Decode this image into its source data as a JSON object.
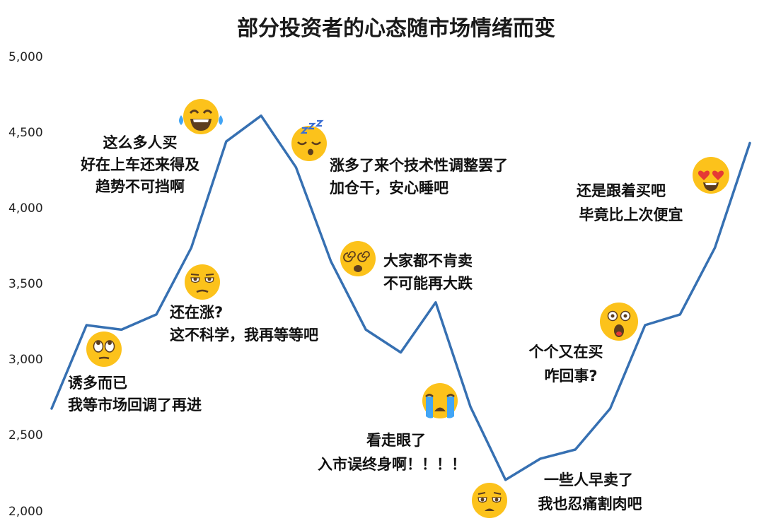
{
  "chart_data": {
    "type": "line",
    "title": "部分投资者的心态随市场情绪而变",
    "xlabel": "",
    "ylabel": "",
    "ylim": [
      2000,
      5000
    ],
    "yticks": [
      "5,000",
      "4,500",
      "4,000",
      "3,500",
      "3,000",
      "2,500",
      "2,000"
    ],
    "ytick_values": [
      5000,
      4500,
      4000,
      3500,
      3000,
      2500,
      2000
    ],
    "grid": false,
    "legend": "none",
    "x": [
      0,
      1,
      2,
      3,
      4,
      5,
      6,
      7,
      8,
      9,
      10,
      11,
      12,
      13,
      14,
      15,
      16,
      17,
      18,
      19,
      20
    ],
    "series": [
      {
        "values": [
          2680,
          3230,
          3200,
          3300,
          3740,
          4440,
          4610,
          4270,
          3650,
          3200,
          3050,
          3380,
          2690,
          2210,
          2350,
          2410,
          2680,
          3230,
          3300,
          3740,
          4430
        ]
      }
    ],
    "annotations": [
      {
        "lines": [
          "诱多而已",
          "我等市场回调了再进"
        ],
        "icon": "eye-roll-face-icon"
      },
      {
        "lines": [
          "这么多人买",
          "好在上车还来得及",
          "趋势不可挡啊"
        ],
        "icon": "laughing-tears-face-icon"
      },
      {
        "lines": [
          "还在涨?",
          "这不科学，我再等等吧"
        ],
        "icon": "unamused-face-icon"
      },
      {
        "lines": [
          "涨多了来个技术性调整罢了",
          "加仓干，安心睡吧"
        ],
        "icon": "sleeping-face-icon"
      },
      {
        "lines": [
          "大家都不肯卖",
          "不可能再大跌"
        ],
        "icon": "dizzy-face-icon"
      },
      {
        "lines": [
          "看走眼了",
          "入市误终身啊！！！！"
        ],
        "icon": "crying-face-icon"
      },
      {
        "lines": [
          "一些人早卖了",
          "我也忍痛割肉吧"
        ],
        "icon": "sad-face-icon"
      },
      {
        "lines": [
          "个个又在买",
          "咋回事?"
        ],
        "icon": "astonished-face-icon"
      },
      {
        "lines": [
          "还是跟着买吧",
          "毕竟比上次便宜"
        ],
        "icon": "heart-eyes-face-icon"
      }
    ],
    "colors": {
      "line": "#3670b2",
      "emoji_face": "#fcc21b",
      "emoji_dark": "#5c3d1e",
      "tear": "#42a5f5",
      "heart": "#e53935",
      "mouth": "#c62828"
    }
  }
}
